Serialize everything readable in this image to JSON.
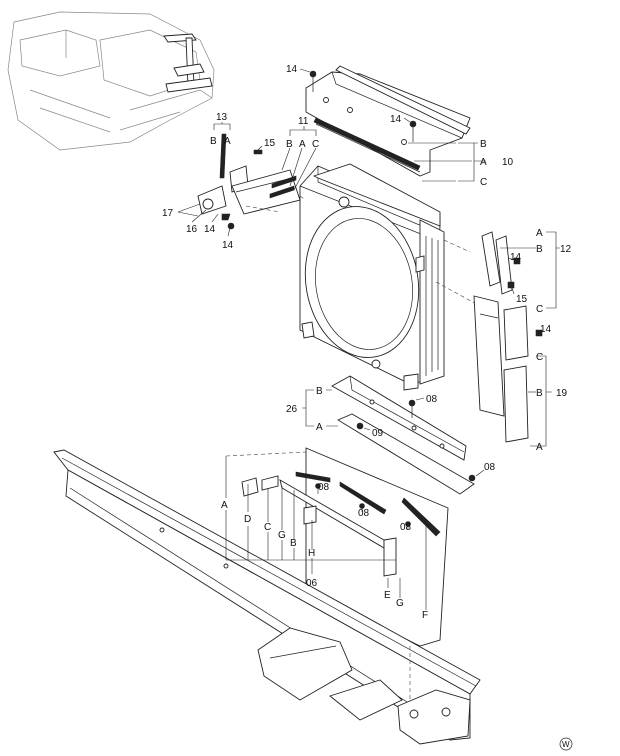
{
  "callouts": {
    "c14a": "14",
    "c14b": "14",
    "c14c": "14",
    "c14d": "14",
    "c14e": "14",
    "c14f": "14",
    "c13": "13",
    "c11": "11",
    "c10": "10",
    "c12": "12",
    "c19": "19",
    "c26": "26",
    "c15a": "15",
    "c15b": "15",
    "c16": "16",
    "c17": "17",
    "c08a": "08",
    "c08b": "08",
    "c08c": "08",
    "c08d": "08",
    "c08e": "08",
    "c09": "09",
    "c06": "06"
  },
  "letters": {
    "b13": "B",
    "a13": "A",
    "b11": "B",
    "a11": "A",
    "c11": "C",
    "b10": "B",
    "a10": "A",
    "c10": "C",
    "a12": "A",
    "b12": "B",
    "c12": "C",
    "c19top": "C",
    "b19": "B",
    "a19": "A",
    "b26": "B",
    "a26": "A",
    "a06": "A",
    "d06": "D",
    "c06": "C",
    "g06a": "G",
    "b06": "B",
    "h06": "H",
    "e06": "E",
    "g06b": "G",
    "f06": "F"
  },
  "watermark": "W"
}
